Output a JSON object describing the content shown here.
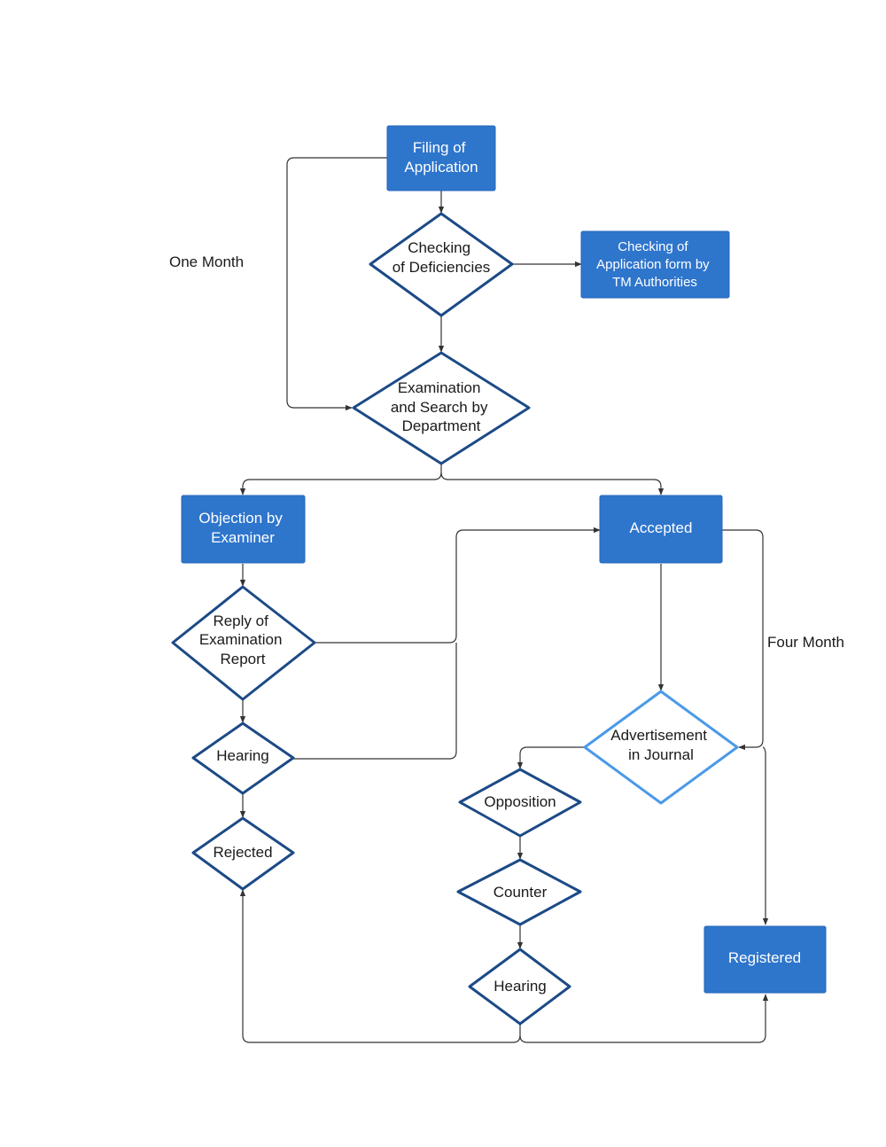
{
  "diagram": {
    "nodes": {
      "filing": {
        "lines": [
          "Filing of",
          "Application"
        ]
      },
      "checking_deficiencies": {
        "lines": [
          "Checking",
          "of Deficiencies"
        ]
      },
      "checking_form": {
        "lines": [
          "Checking of",
          "Application form by",
          "TM Authorities"
        ]
      },
      "examination": {
        "lines": [
          "Examination",
          "and Search by",
          "Department"
        ]
      },
      "objection": {
        "lines": [
          "Objection by",
          "Examiner"
        ]
      },
      "accepted": {
        "lines": [
          "Accepted"
        ]
      },
      "reply": {
        "lines": [
          "Reply of",
          "Examination",
          "Report"
        ]
      },
      "hearing_left": {
        "lines": [
          "Hearing"
        ]
      },
      "rejected": {
        "lines": [
          "Rejected"
        ]
      },
      "advertisement": {
        "lines": [
          "Advertisement",
          "in Journal"
        ]
      },
      "opposition": {
        "lines": [
          "Opposition"
        ]
      },
      "counter": {
        "lines": [
          "Counter"
        ]
      },
      "hearing_right": {
        "lines": [
          "Hearing"
        ]
      },
      "registered": {
        "lines": [
          "Registered"
        ]
      }
    },
    "labels": {
      "one_month": "One Month",
      "four_month": "Four Month"
    },
    "colors": {
      "box_fill": "#2e75cc",
      "diamond_stroke": "#1c4a86",
      "diamond_highlight_stroke": "#4a9ae8",
      "connector": "#333333"
    }
  }
}
